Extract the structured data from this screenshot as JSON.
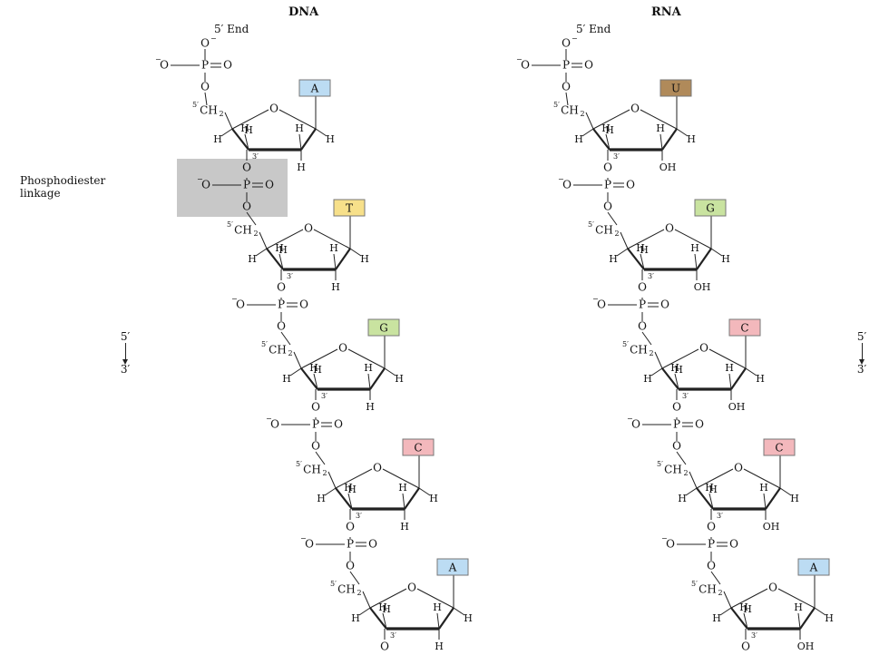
{
  "titles": {
    "dna": "DNA",
    "rna": "RNA"
  },
  "end_labels": {
    "dna": "5′ End",
    "rna": "5′ End"
  },
  "linkage_label": [
    "Phosphodiester",
    "linkage"
  ],
  "direction": {
    "top": "5′",
    "bottom": "3′"
  },
  "atoms": {
    "o": "O",
    "p": "P",
    "h": "H",
    "oh": "OH",
    "o_minus": "O",
    "ch2": "CH",
    "sub2": "2",
    "c5": "5′",
    "c3": "3′",
    "minus": "−"
  },
  "strands": {
    "dna": [
      {
        "base": "A",
        "color": "#bcdcf3"
      },
      {
        "base": "T",
        "color": "#f7e08a"
      },
      {
        "base": "G",
        "color": "#c9e3a0"
      },
      {
        "base": "C",
        "color": "#f3b8bc"
      },
      {
        "base": "A",
        "color": "#bcdcf3"
      }
    ],
    "rna": [
      {
        "base": "U",
        "color": "#b08a5a"
      },
      {
        "base": "G",
        "color": "#c9e3a0"
      },
      {
        "base": "C",
        "color": "#f3b8bc"
      },
      {
        "base": "C",
        "color": "#f3b8bc"
      },
      {
        "base": "A",
        "color": "#bcdcf3"
      }
    ]
  }
}
